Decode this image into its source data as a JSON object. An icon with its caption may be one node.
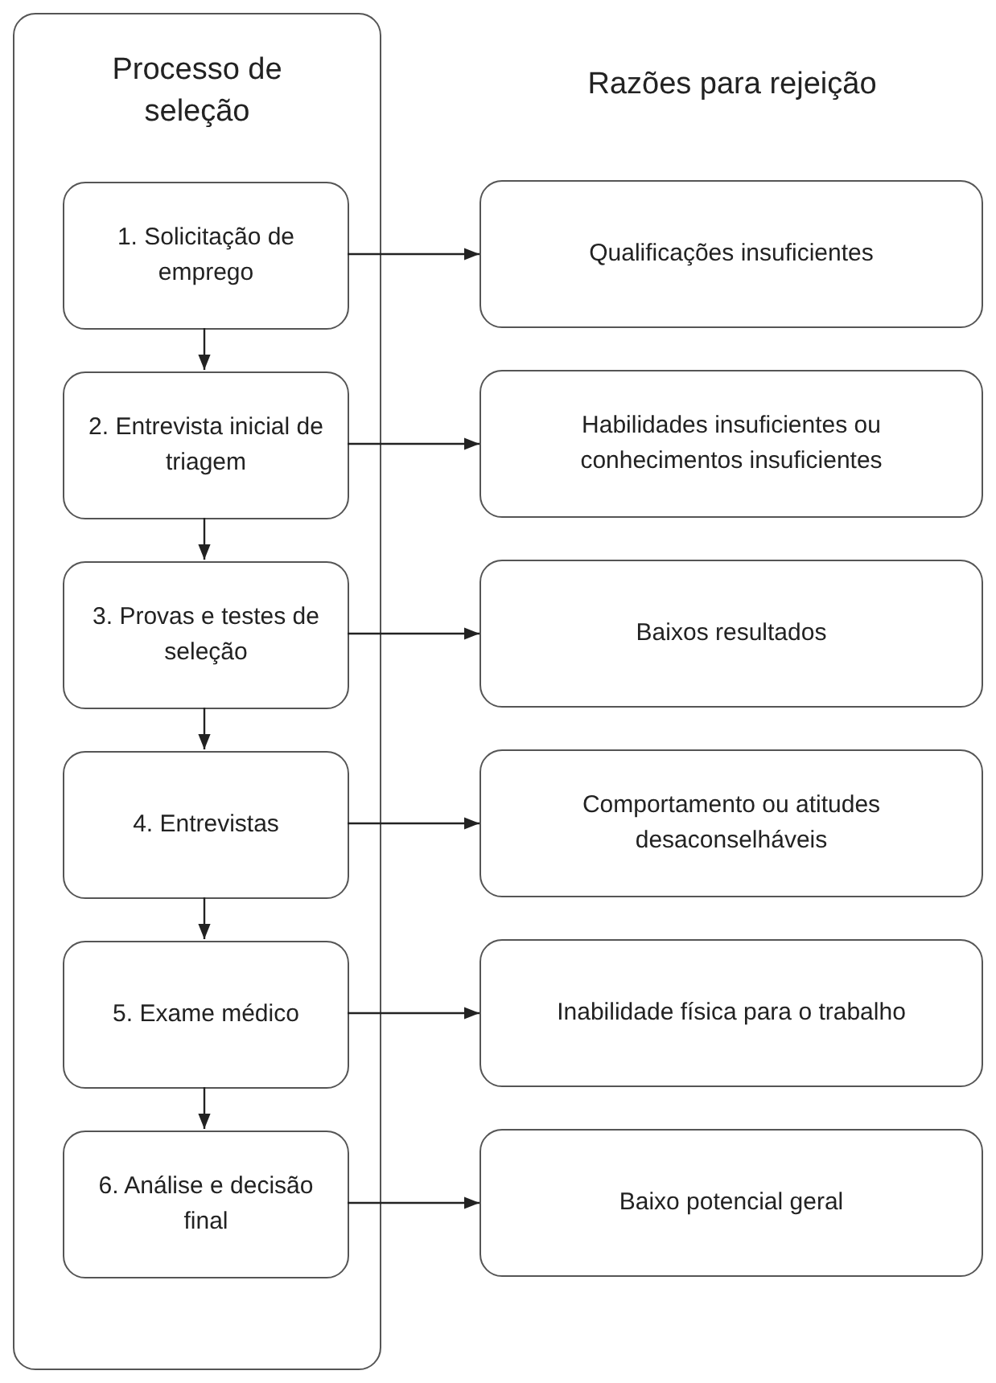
{
  "diagram": {
    "nodes": [
      {
        "text": [
          "Processo de seleção"
        ]
      },
      {
        "text": [
          "1. Solicitação de emprego"
        ],
        "in": 0
      },
      {
        "text": [
          "2. Entrevista inicial de triagem"
        ],
        "in": 0
      },
      {
        "text": [
          "3. Provas e testes de seleção"
        ],
        "in": 0
      },
      {
        "text": [
          "4. Entrevistas"
        ],
        "in": 0
      },
      {
        "text": [
          "5. Exame médico"
        ],
        "in": 0
      },
      {
        "text": [
          "6. Análise e decisão final"
        ],
        "in": 0
      },
      {
        "text": [
          "Qualificações insuficientes"
        ]
      },
      {
        "text": [
          "Habilidades insuficientes ou conhecimentos insuficientes"
        ]
      },
      {
        "text": [
          "Baixos resultados"
        ]
      },
      {
        "text": [
          "Comportamento ou atitudes desaconselháveis"
        ]
      },
      {
        "text": [
          "Inabilidade física para o trabalho"
        ]
      },
      {
        "text": [
          "Baixo potencial geral"
        ]
      }
    ],
    "edges": [
      {
        "from": 1,
        "to": 2,
        "arrow": "to"
      },
      {
        "from": 2,
        "to": 3,
        "arrow": "to"
      },
      {
        "from": 3,
        "to": 4,
        "arrow": "to"
      },
      {
        "from": 4,
        "to": 5,
        "arrow": "to"
      },
      {
        "from": 5,
        "to": 6,
        "arrow": "to"
      },
      {
        "from": 1,
        "to": 7,
        "arrow": "to"
      },
      {
        "from": 2,
        "to": 8,
        "arrow": "to"
      },
      {
        "from": 3,
        "to": 9,
        "arrow": "to"
      },
      {
        "from": 4,
        "to": 10,
        "arrow": "to"
      },
      {
        "from": 5,
        "to": 11,
        "arrow": "to"
      },
      {
        "from": 6,
        "to": 12,
        "arrow": "to"
      }
    ],
    "labels": [
      "Razões para rejeição"
    ]
  }
}
